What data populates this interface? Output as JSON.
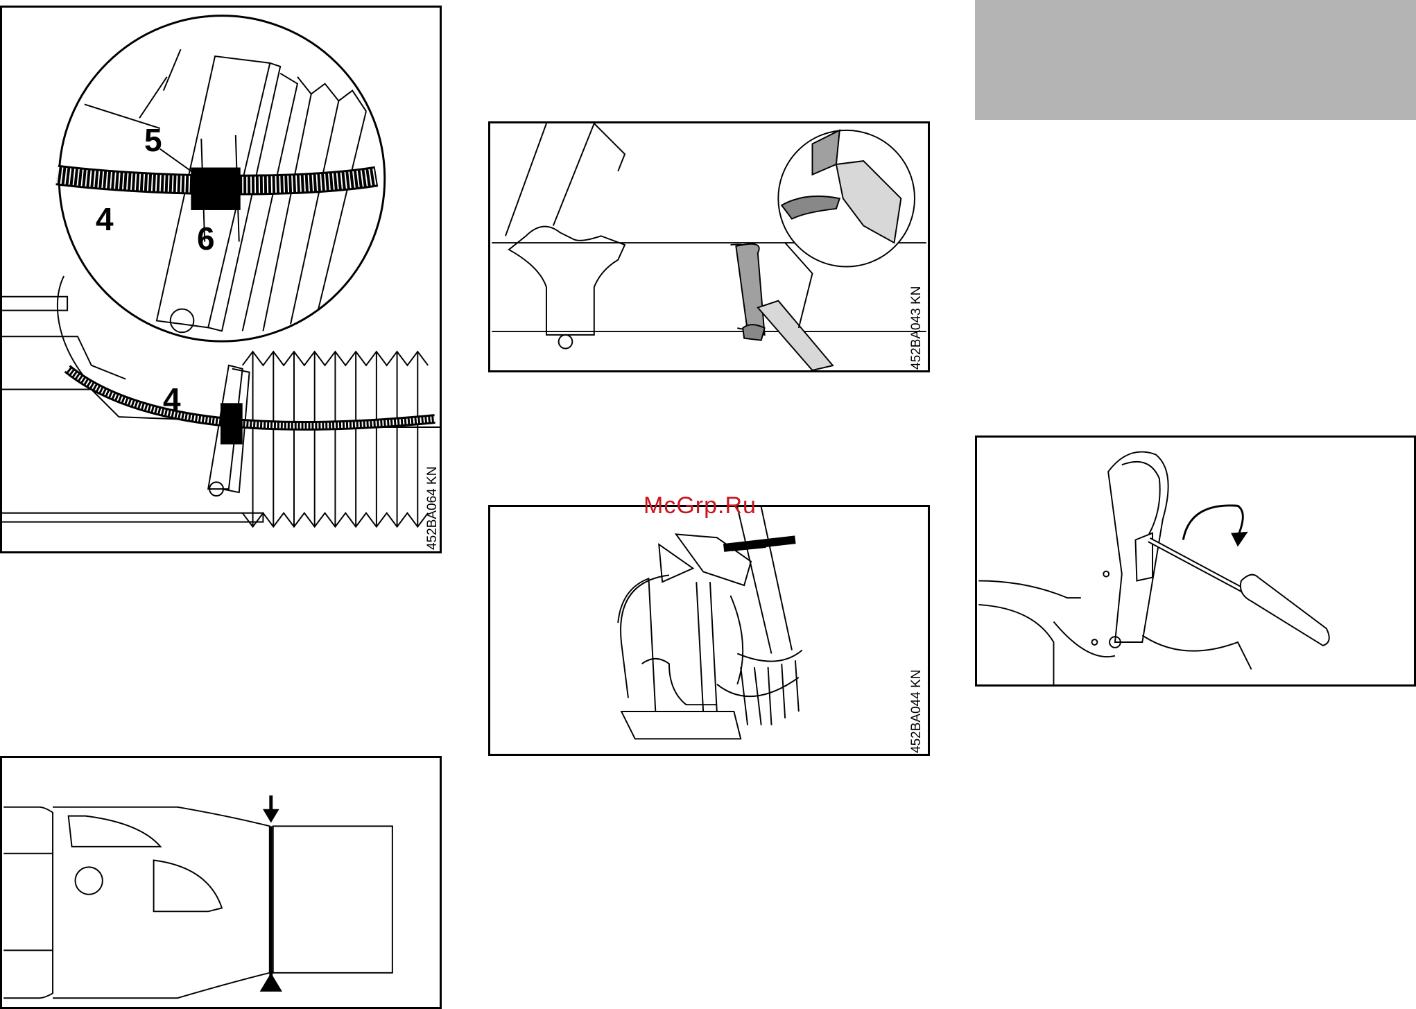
{
  "figures": {
    "hose_clamp": {
      "code": "452BA064 KN",
      "callouts": [
        "5",
        "4",
        "6",
        "4"
      ]
    },
    "strap_clip": {
      "code": "452BA043 KN"
    },
    "backpack_blower": {
      "code": "452BA044 KN"
    },
    "throttle_screwdriver": {},
    "nozzle_cut": {}
  },
  "watermark": "McGrp.Ru",
  "colors": {
    "header_block": "#b4b4b4",
    "watermark": "#c8141e",
    "strap_grey": "#a0a0a0"
  }
}
